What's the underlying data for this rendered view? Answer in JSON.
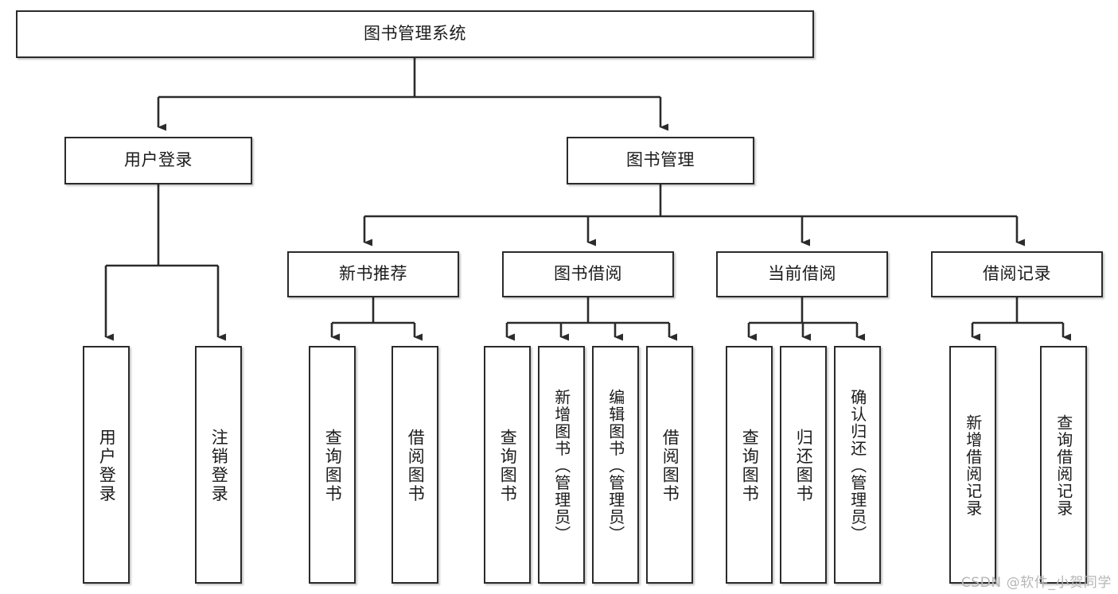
{
  "diagram": {
    "title": "图书管理系统",
    "type": "tree",
    "watermark": "CSDN @软件_小贺同学",
    "colors": {
      "box_border": "#2b2b2b",
      "box_fill": "#ffffff",
      "connector": "#2b2b2b",
      "text": "#1b1b1b",
      "watermark": "#b6b6b6"
    },
    "root": {
      "label": "图书管理系统",
      "children": [
        {
          "label": "用户登录",
          "children": [
            {
              "label": "用户登录"
            },
            {
              "label": "注销登录"
            }
          ]
        },
        {
          "label": "图书管理",
          "children": [
            {
              "label": "新书推荐",
              "children": [
                {
                  "label": "查询图书"
                },
                {
                  "label": "借阅图书"
                }
              ]
            },
            {
              "label": "图书借阅",
              "children": [
                {
                  "label": "查询图书"
                },
                {
                  "label": "新增图书（管理员）"
                },
                {
                  "label": "编辑图书（管理员）"
                },
                {
                  "label": "借阅图书"
                }
              ]
            },
            {
              "label": "当前借阅",
              "children": [
                {
                  "label": "查询图书"
                },
                {
                  "label": "归还图书"
                },
                {
                  "label": "确认归还（管理员）"
                }
              ]
            },
            {
              "label": "借阅记录",
              "children": [
                {
                  "label": "新增借阅记录"
                },
                {
                  "label": "查询借阅记录"
                }
              ]
            }
          ]
        }
      ]
    },
    "nodes": {
      "root_title": "图书管理系统",
      "level1": {
        "user_login": "用户登录",
        "book_manage": "图书管理"
      },
      "level2": {
        "new_book_rec": "新书推荐",
        "book_borrow": "图书借阅",
        "current_borrow": "当前借阅",
        "borrow_record": "借阅记录"
      },
      "leaves": {
        "user_login_1": "用户登录",
        "user_login_2": "注销登录",
        "new_book_1": "查询图书",
        "new_book_2": "借阅图书",
        "borrow_1": "查询图书",
        "borrow_2": "新增图书（管理员）",
        "borrow_3": "编辑图书（管理员）",
        "borrow_4": "借阅图书",
        "current_1": "查询图书",
        "current_2": "归还图书",
        "current_3": "确认归还（管理员）",
        "record_1": "新增借阅记录",
        "record_2": "查询借阅记录"
      }
    }
  }
}
